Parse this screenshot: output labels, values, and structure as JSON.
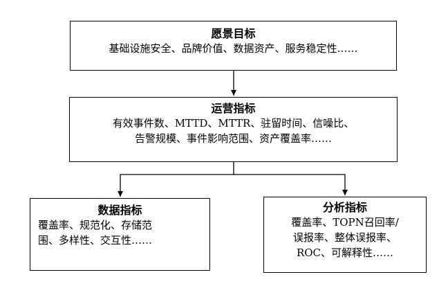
{
  "nodes": {
    "vision": {
      "title": "愿景目标",
      "lines": [
        "基础设施安全、品牌价值、数据资产、服务稳定性……"
      ]
    },
    "ops": {
      "title": "运营指标",
      "lines": [
        "有效事件数、MTTD、MTTR、驻留时间、信噪比、",
        "告警规模、事件影响范围、资产覆盖率……"
      ]
    },
    "data_metrics": {
      "title": "数据指标",
      "lines": [
        "覆盖率、规范化、存储范",
        "围、多样性、交互性……"
      ]
    },
    "analysis_metrics": {
      "title": "分析指标",
      "lines": [
        "覆盖率、TOPN召回率/",
        "误报率、整体误报率、",
        "ROC、可解释性……"
      ]
    }
  },
  "edges": [
    {
      "from": "愿景目标",
      "to": "运营指标"
    },
    {
      "from": "运营指标",
      "to": "数据指标"
    },
    {
      "from": "运营指标",
      "to": "分析指标"
    }
  ]
}
